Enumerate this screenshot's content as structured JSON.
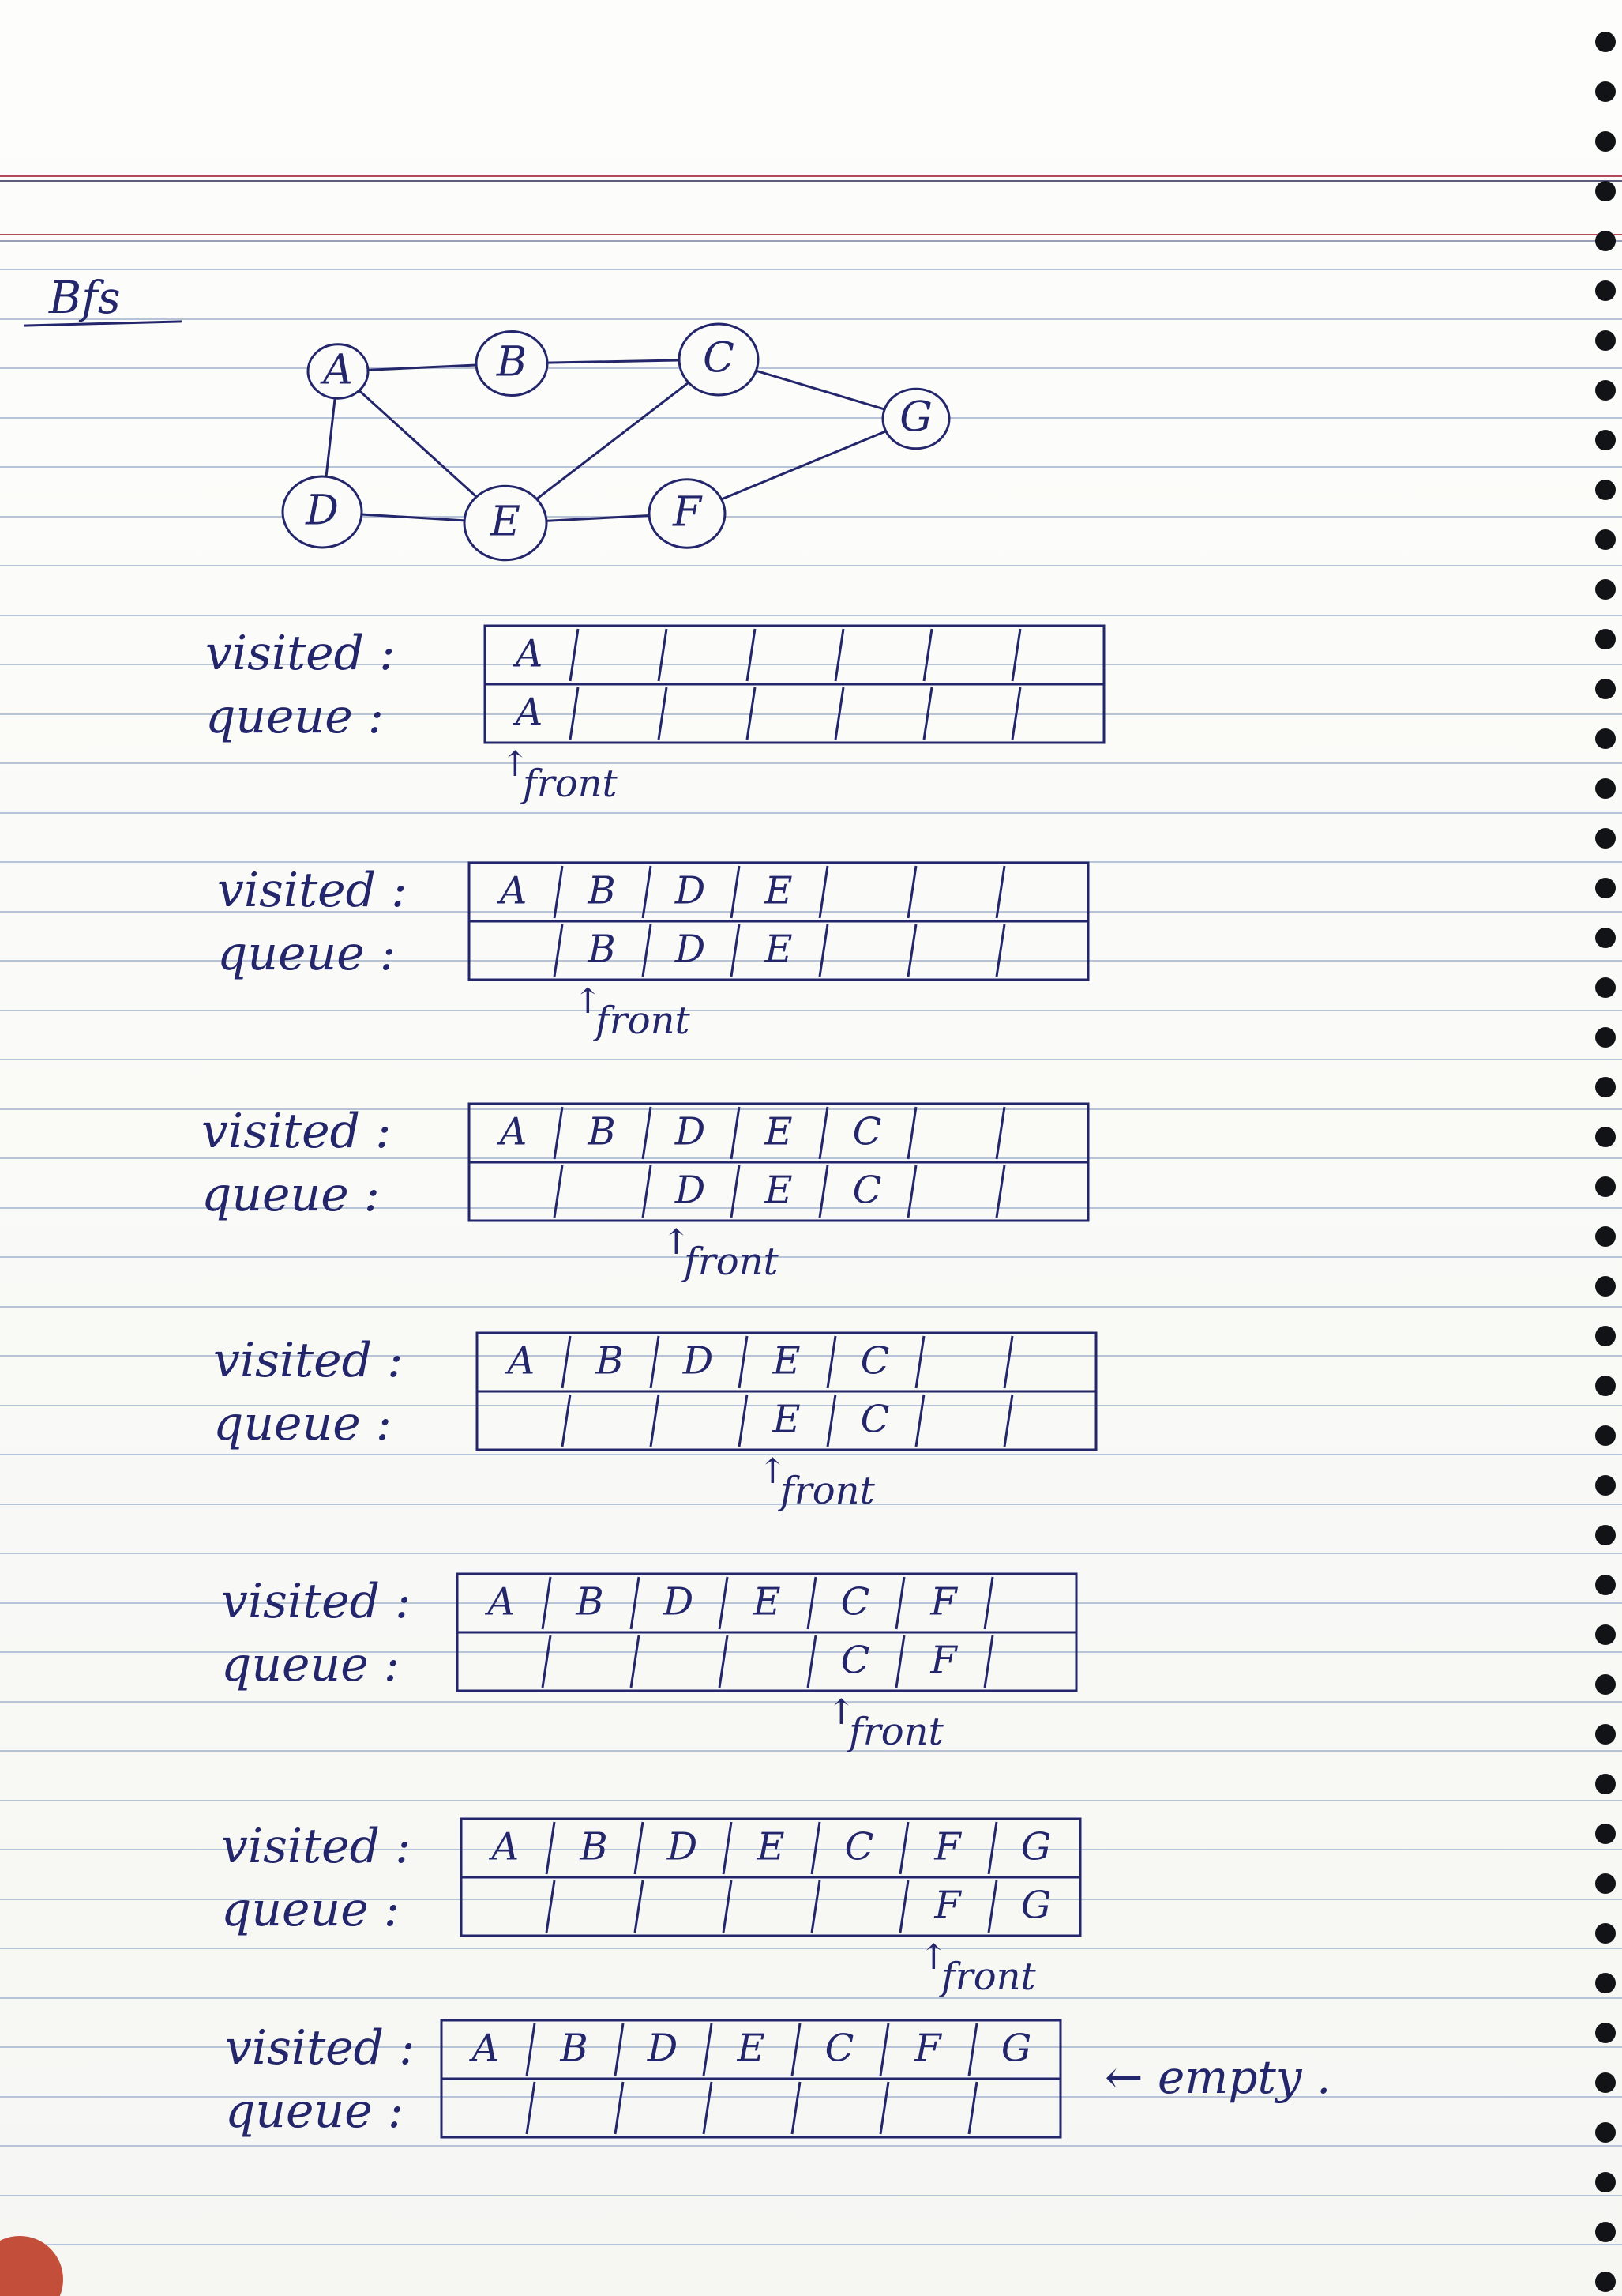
{
  "heading": "Bfs",
  "graph": {
    "nodes": [
      {
        "id": "A",
        "label": "A"
      },
      {
        "id": "B",
        "label": "B"
      },
      {
        "id": "C",
        "label": "C"
      },
      {
        "id": "G",
        "label": "G"
      },
      {
        "id": "D",
        "label": "D"
      },
      {
        "id": "E",
        "label": "E"
      },
      {
        "id": "F",
        "label": "F"
      }
    ],
    "edges": [
      [
        "A",
        "B"
      ],
      [
        "B",
        "C"
      ],
      [
        "C",
        "G"
      ],
      [
        "A",
        "D"
      ],
      [
        "A",
        "E"
      ],
      [
        "D",
        "E"
      ],
      [
        "E",
        "C"
      ],
      [
        "E",
        "F"
      ],
      [
        "F",
        "G"
      ]
    ]
  },
  "steps": [
    {
      "visited_label": "visited :",
      "queue_label": "queue :",
      "visited": [
        "A",
        "",
        "",
        "",
        "",
        "",
        ""
      ],
      "queue": [
        "A",
        "",
        "",
        "",
        "",
        "",
        ""
      ],
      "front_label": "front",
      "front_index": 0
    },
    {
      "visited_label": "visited :",
      "queue_label": "queue :",
      "visited": [
        "A",
        "B",
        "D",
        "E",
        "",
        "",
        ""
      ],
      "queue": [
        "",
        "B",
        "D",
        "E",
        "",
        "",
        ""
      ],
      "front_label": "front",
      "front_index": 1
    },
    {
      "visited_label": "visited :",
      "queue_label": "queue :",
      "visited": [
        "A",
        "B",
        "D",
        "E",
        "C",
        "",
        ""
      ],
      "queue": [
        "",
        "",
        "D",
        "E",
        "C",
        "",
        ""
      ],
      "front_label": "front",
      "front_index": 2
    },
    {
      "visited_label": "visited :",
      "queue_label": "queue :",
      "visited": [
        "A",
        "B",
        "D",
        "E",
        "C",
        "",
        ""
      ],
      "queue": [
        "",
        "",
        "",
        "E",
        "C",
        "",
        ""
      ],
      "front_label": "front",
      "front_index": 3
    },
    {
      "visited_label": "visited :",
      "queue_label": "queue :",
      "visited": [
        "A",
        "B",
        "D",
        "E",
        "C",
        "F",
        ""
      ],
      "queue": [
        "",
        "",
        "",
        "",
        "C",
        "F",
        ""
      ],
      "front_label": "front",
      "front_index": 4
    },
    {
      "visited_label": "visited :",
      "queue_label": "queue :",
      "visited": [
        "A",
        "B",
        "D",
        "E",
        "C",
        "F",
        "G"
      ],
      "queue": [
        "",
        "",
        "",
        "",
        "",
        "F",
        "G"
      ],
      "front_label": "front",
      "front_index": 5
    },
    {
      "visited_label": "visited :",
      "queue_label": "queue :",
      "visited": [
        "A",
        "B",
        "D",
        "E",
        "C",
        "F",
        "G"
      ],
      "queue": [
        "",
        "",
        "",
        "",
        "",
        "",
        ""
      ],
      "front_label": "",
      "front_index": -1,
      "note": "← empty ."
    }
  ],
  "colors": {
    "ink": "#23266b",
    "rule": "#b7c3d6",
    "header_rule": "#b14a5a",
    "paper": "#fbfbf9"
  }
}
